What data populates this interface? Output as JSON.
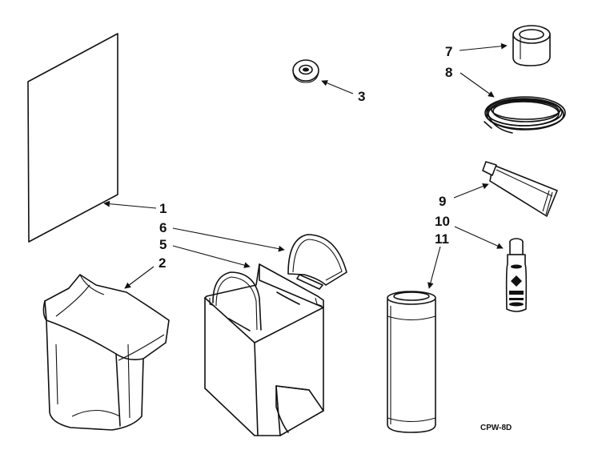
{
  "diagram": {
    "callouts": [
      {
        "id": "1",
        "label": "1"
      },
      {
        "id": "2",
        "label": "2"
      },
      {
        "id": "3",
        "label": "3"
      },
      {
        "id": "5",
        "label": "5"
      },
      {
        "id": "6",
        "label": "6"
      },
      {
        "id": "7",
        "label": "7"
      },
      {
        "id": "8",
        "label": "8"
      },
      {
        "id": "9",
        "label": "9"
      },
      {
        "id": "10",
        "label": "10"
      },
      {
        "id": "11",
        "label": "11"
      }
    ],
    "drawing_code": "CPW-8D"
  }
}
